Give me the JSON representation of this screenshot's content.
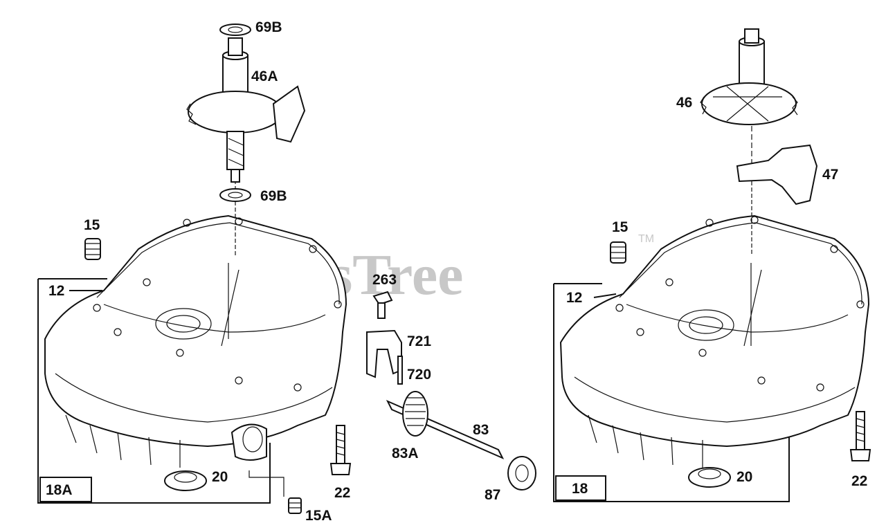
{
  "watermark": {
    "text": "PartsTree",
    "trademark": "TM"
  },
  "callouts": [
    {
      "id": "69b-top",
      "text": "69B"
    },
    {
      "id": "46a",
      "text": "46A"
    },
    {
      "id": "69b-bottom",
      "text": "69B"
    },
    {
      "id": "15-left",
      "text": "15"
    },
    {
      "id": "12-left",
      "text": "12"
    },
    {
      "id": "263",
      "text": "263"
    },
    {
      "id": "721",
      "text": "721"
    },
    {
      "id": "720",
      "text": "720"
    },
    {
      "id": "83",
      "text": "83"
    },
    {
      "id": "83a",
      "text": "83A"
    },
    {
      "id": "87",
      "text": "87"
    },
    {
      "id": "22-left",
      "text": "22"
    },
    {
      "id": "20-left",
      "text": "20"
    },
    {
      "id": "15a",
      "text": "15A"
    },
    {
      "id": "46",
      "text": "46"
    },
    {
      "id": "47",
      "text": "47"
    },
    {
      "id": "15-right",
      "text": "15"
    },
    {
      "id": "12-right",
      "text": "12"
    },
    {
      "id": "20-right",
      "text": "20"
    },
    {
      "id": "22-right",
      "text": "22"
    }
  ],
  "assembly_boxes": [
    {
      "id": "18a",
      "text": "18A"
    },
    {
      "id": "18",
      "text": "18"
    }
  ]
}
